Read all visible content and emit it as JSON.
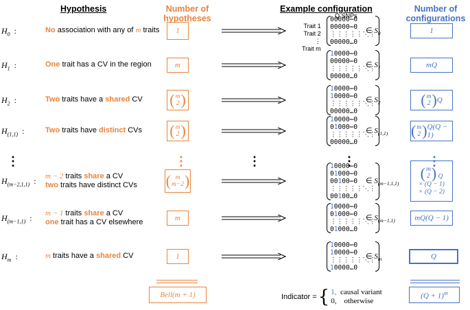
{
  "headers": {
    "hypothesis": "Hypothesis",
    "number": "Number of hypotheses",
    "example": "Example configuration",
    "configs": "Number of configurations"
  },
  "snp_label": "Q SNPs",
  "trait_labels": [
    "Trait 1",
    "Trait 2",
    "⋮",
    "Trait m"
  ],
  "rows": [
    {
      "h": "H",
      "sub": "0",
      "desc_parts": [
        [
          "No",
          "o"
        ],
        [
          " association with any of ",
          ""
        ],
        [
          "m",
          "oi"
        ],
        [
          " traits",
          ""
        ]
      ],
      "num": "1",
      "matrix": [
        "00000⋯0",
        "00000⋯0",
        "⋮⋮⋮⋮⋮⋱⋮",
        "00000…0"
      ],
      "set": "S",
      "set_sub": "0",
      "conf": "1"
    },
    {
      "h": "H",
      "sub": "1",
      "desc_parts": [
        [
          "One",
          "o"
        ],
        [
          " trait has a CV in the region",
          ""
        ]
      ],
      "num": "m",
      "matrix": [
        "10000⋯0",
        "00000⋯0",
        "⋮⋮⋮⋮⋮⋱⋮",
        "00000…0"
      ],
      "set": "S",
      "set_sub": "1",
      "conf": "mQ"
    },
    {
      "h": "H",
      "sub": "2",
      "desc_parts": [
        [
          "Two",
          "o"
        ],
        [
          " traits have a ",
          ""
        ],
        [
          "shared",
          "o"
        ],
        [
          " CV",
          ""
        ]
      ],
      "num": "(m 2)",
      "matrix": [
        "10000⋯0",
        "10000⋯0",
        "⋮⋮⋮⋮⋮⋱⋮",
        "00000…0"
      ],
      "set": "S",
      "set_sub": "2",
      "conf": "(m 2) Q"
    },
    {
      "h": "H",
      "sub": "(1,1)",
      "desc_parts": [
        [
          "Two",
          "o"
        ],
        [
          " traits have ",
          ""
        ],
        [
          "distinct",
          "o"
        ],
        [
          " CVs",
          ""
        ]
      ],
      "num": "(m 2)",
      "matrix": [
        "10000⋯0",
        "01000⋯0",
        "⋮⋮⋮⋮⋮⋱⋮",
        "00000…0"
      ],
      "set": "S",
      "set_sub": "(1,1)",
      "conf": "(m 2) Q(Q − 1)"
    },
    {
      "h": "H",
      "sub": "(m−2,1,1)",
      "desc_parts": [
        [
          "m − 2",
          "oi"
        ],
        [
          " traits ",
          ""
        ],
        [
          "share",
          "o"
        ],
        [
          " a CV",
          ""
        ]
      ],
      "desc2_parts": [
        [
          "two",
          "o"
        ],
        [
          " traits have distinct CVs",
          ""
        ]
      ],
      "num": "(m m−2)",
      "matrix": [
        "10000⋯0",
        "01000⋯0",
        "00100⋯0",
        "⋮⋮⋮⋮⋮⋱⋮",
        "00100…0"
      ],
      "set": "S",
      "set_sub": "(m−1,1,1)",
      "conf_lines": [
        "(m 2) Q",
        "× (Q − 1)",
        "× (Q − 2)"
      ]
    },
    {
      "h": "H",
      "sub": "(m−1,1)",
      "desc_parts": [
        [
          "m − 1",
          "oi"
        ],
        [
          " traits ",
          ""
        ],
        [
          "share",
          "o"
        ],
        [
          " a CV",
          ""
        ]
      ],
      "desc2_parts": [
        [
          "one",
          "o"
        ],
        [
          " trait has a CV elsewhere",
          ""
        ]
      ],
      "num": "m",
      "matrix": [
        "10000⋯0",
        "01000⋯0",
        "⋮⋮⋮⋮⋮⋱⋮",
        "01000…0"
      ],
      "set": "S",
      "set_sub": "(m−1,1)",
      "conf": "mQ(Q − 1)"
    },
    {
      "h": "H",
      "sub": "m",
      "desc_parts": [
        [
          "m",
          "oi"
        ],
        [
          " traits have a ",
          ""
        ],
        [
          "shared",
          "o"
        ],
        [
          " CV",
          ""
        ]
      ],
      "num": "1",
      "matrix": [
        "10000⋯0",
        "10000⋯0",
        "⋮⋮⋮⋮⋮⋱⋮",
        "10000…0"
      ],
      "set": "S",
      "set_sub": "m",
      "conf": "Q"
    }
  ],
  "totals": {
    "num": "Bell(m + 1)",
    "conf": "(Q + 1)^m"
  },
  "indicator": {
    "label": "Indicator =",
    "one": "1,",
    "one_text": "causal variant",
    "zero": "0,",
    "zero_text": "otherwise"
  },
  "colors": {
    "orange": "#E8833A",
    "blue": "#4472C4"
  }
}
